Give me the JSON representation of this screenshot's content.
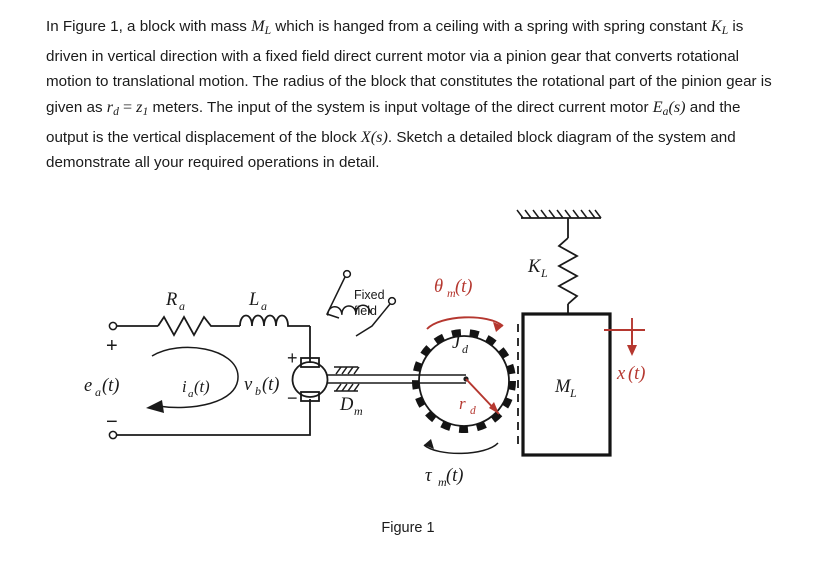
{
  "document": {
    "problem_statement": {
      "segments": [
        {
          "t": "In Figure 1, a block with mass ",
          "k": "plain"
        },
        {
          "t": "M",
          "k": "mathi"
        },
        {
          "t": "L",
          "k": "sub"
        },
        {
          "t": "  which is hanged from a ceiling with a spring with spring constant ",
          "k": "plain"
        },
        {
          "t": "K",
          "k": "mathi"
        },
        {
          "t": "L",
          "k": "sub"
        },
        {
          "t": " is driven in vertical direction with a fixed field direct current motor via a pinion gear that converts rotational motion to translational motion.  The radius of the block that constitutes the rotational part of the pinion gear is given as ",
          "k": "plain"
        },
        {
          "t": "r",
          "k": "mathi"
        },
        {
          "t": "d",
          "k": "sub"
        },
        {
          "t": " = ",
          "k": "mathu"
        },
        {
          "t": "z",
          "k": "mathi"
        },
        {
          "t": "1",
          "k": "sub"
        },
        {
          "t": " meters. The input of the system is input voltage of the direct current motor ",
          "k": "plain"
        },
        {
          "t": "E",
          "k": "mathi"
        },
        {
          "t": "a",
          "k": "sub"
        },
        {
          "t": "(s)",
          "k": "mathi"
        },
        {
          "t": " and the output is the vertical displacement of the block ",
          "k": "plain"
        },
        {
          "t": "X",
          "k": "mathi"
        },
        {
          "t": "(s)",
          "k": "mathi"
        },
        {
          "t": ". Sketch a detailed block diagram of the system and demonstrate all your required operations in detail.",
          "k": "plain"
        }
      ],
      "plain_text": "In Figure 1, a block with mass M_L which is hanged from a ceiling with a spring with spring constant K_L is driven in vertical direction with a fixed field direct current motor via a pinion gear that converts rotational motion to translational motion.  The radius of the block that constitutes the rotational part of the pinion gear is given as r_d = z_1 meters. The input of the system is input voltage of the direct current motor E_a(s) and the output is the vertical displacement of the block X(s). Sketch a detailed block diagram of the system and demonstrate all your required operations in detail."
    },
    "caption": "Figure 1"
  },
  "figure": {
    "circuit": {
      "input_voltage_label": "e",
      "input_voltage_sub": "a",
      "input_voltage_arg": "(t)",
      "plus_sign": "+",
      "minus_sign": "−",
      "resistor_label": "R",
      "resistor_sub": "a",
      "inductor_label": "L",
      "inductor_sub": "a",
      "current_label": "i",
      "current_sub": "a",
      "current_arg": "(t)",
      "backemf_label": "v",
      "backemf_sub": "b",
      "backemf_arg": "(t)",
      "motor_plus": "+",
      "motor_minus": "−"
    },
    "field": {
      "line1": "Fixed",
      "line2": "field"
    },
    "shaft": {
      "damping_label": "D",
      "damping_sub": "m"
    },
    "gear": {
      "inertia_label": "J",
      "inertia_sub": "d",
      "radius_label": "r",
      "radius_sub": "d",
      "theta_label": "θ",
      "theta_sub": "m",
      "theta_arg": "(t)",
      "torque_label": "τ",
      "torque_sub": "m",
      "torque_arg": "(t)"
    },
    "load": {
      "spring_label": "K",
      "spring_sub": "L",
      "mass_label": "M",
      "mass_sub": "L",
      "displacement_label": "x",
      "displacement_arg": "(t)"
    },
    "colors": {
      "red_accent": "#b5372f",
      "ink": "#1a1a1a",
      "background": "#ffffff"
    }
  }
}
